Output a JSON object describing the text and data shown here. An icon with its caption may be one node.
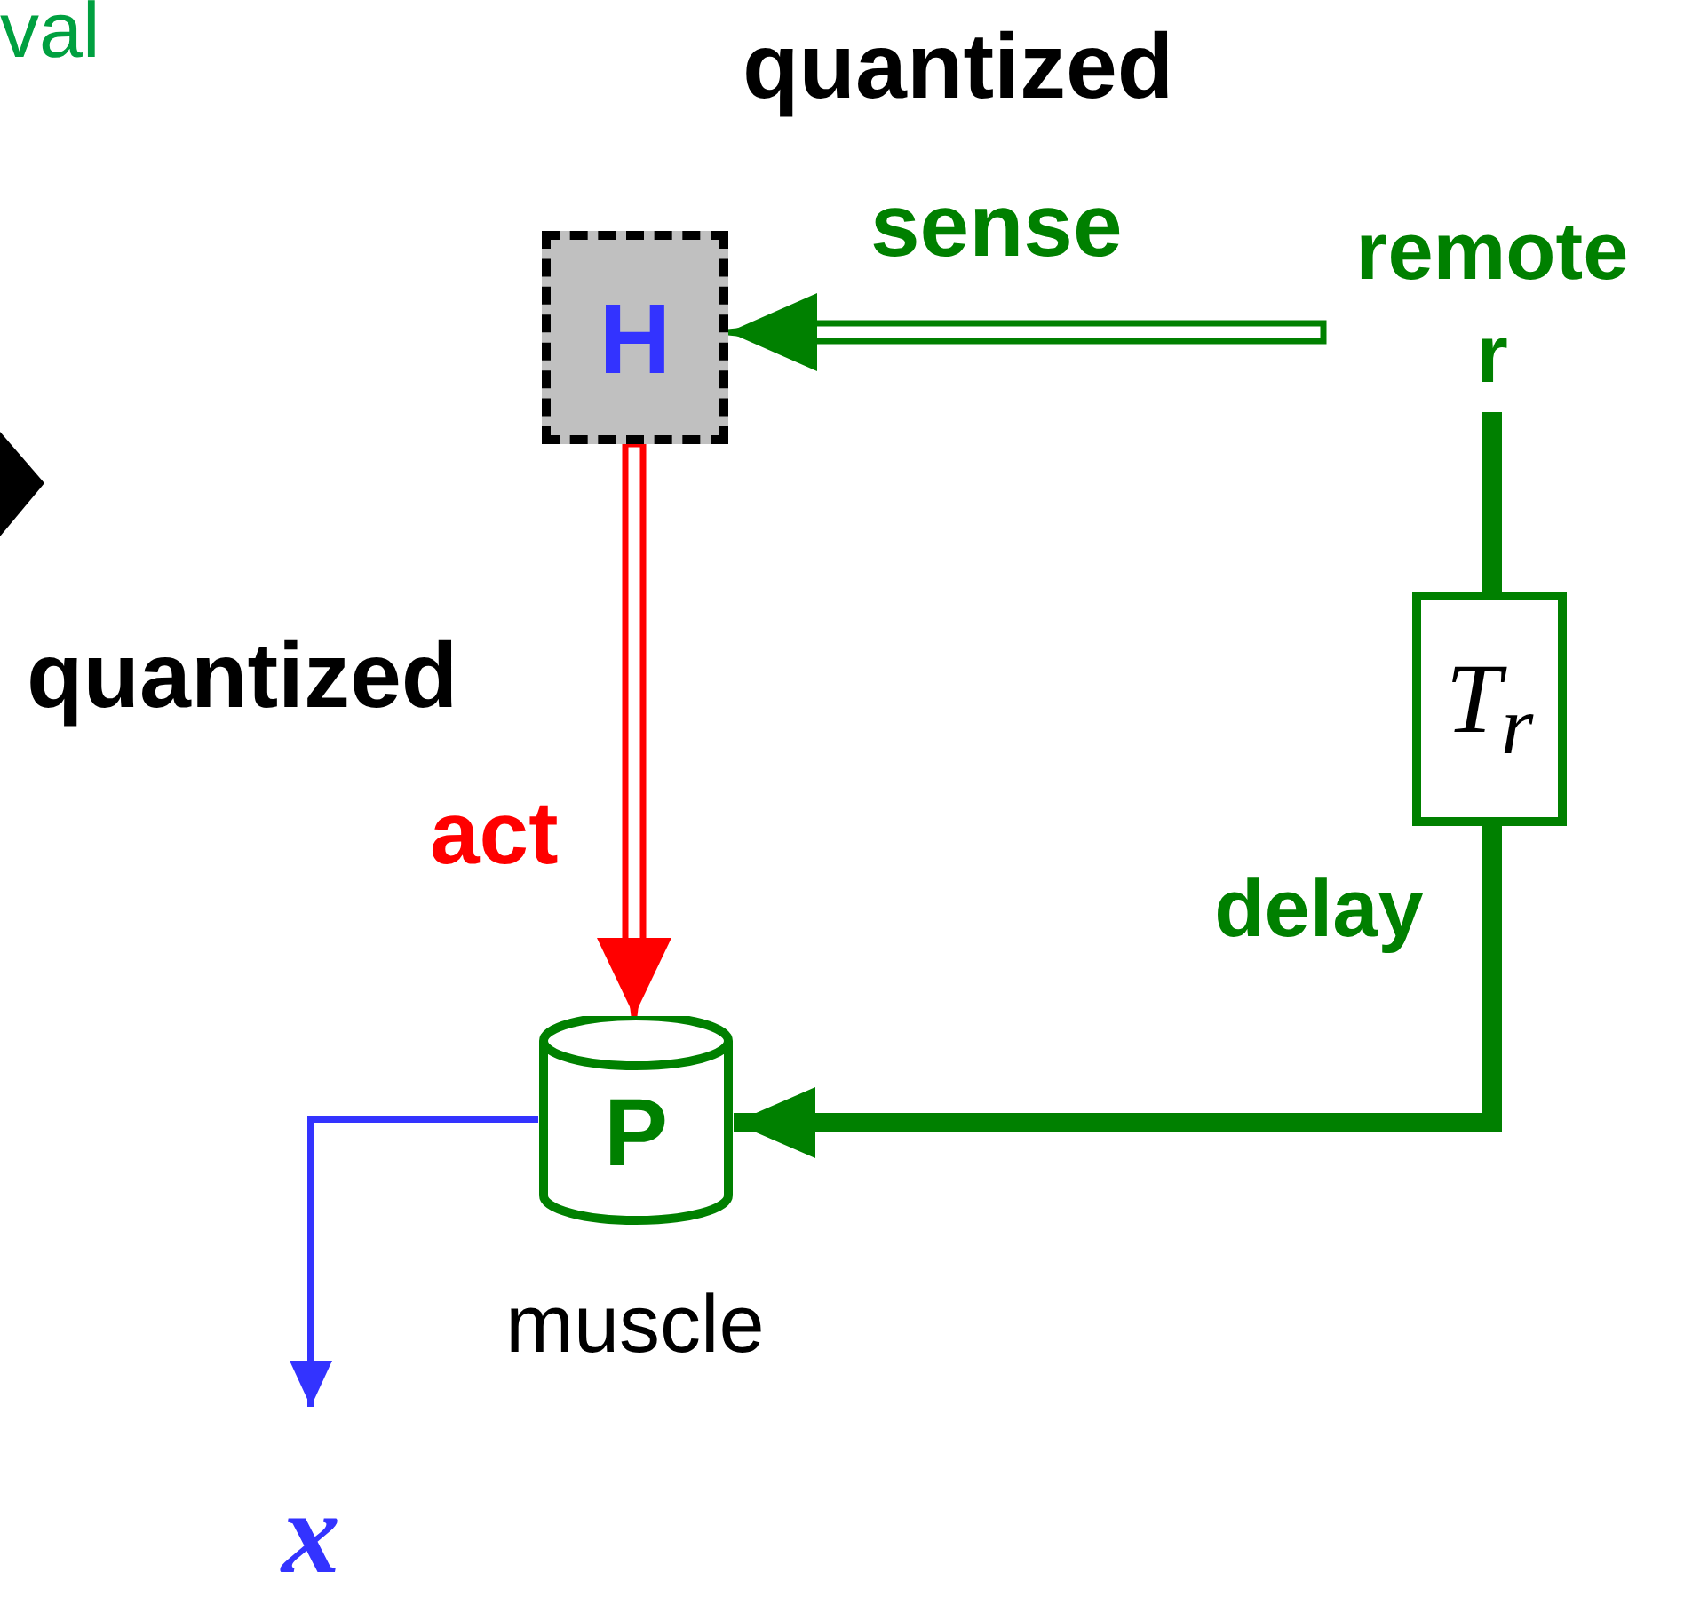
{
  "diagram": {
    "nodes": [
      {
        "text": [
          "H"
        ]
      },
      {
        "text": [
          "remote",
          "r"
        ]
      },
      {
        "text": [
          "T$_{r}$"
        ],
        "beside": [
          "delay"
        ]
      },
      {
        "text": [
          "P"
        ],
        "beside": [
          "muscle"
        ]
      },
      {
        "text": [
          "x"
        ]
      }
    ],
    "edges": [
      {
        "from": 1,
        "to": 0,
        "arrow": "to",
        "label": "sense",
        "color": "#008000"
      },
      {
        "from": 0,
        "to": 3,
        "arrow": "to",
        "label": "act",
        "color": "#ff0000"
      },
      {
        "from": 1,
        "to": 2,
        "arrow": "none",
        "style": "thick",
        "color": "#008000"
      },
      {
        "from": 2,
        "to": 3,
        "arrow": "to",
        "style": "thick",
        "color": "#008000"
      },
      {
        "from": 3,
        "to": 4,
        "arrow": "to",
        "color": "#3333ff"
      }
    ],
    "labels": [
      "val",
      "quantized",
      "quantized"
    ]
  }
}
